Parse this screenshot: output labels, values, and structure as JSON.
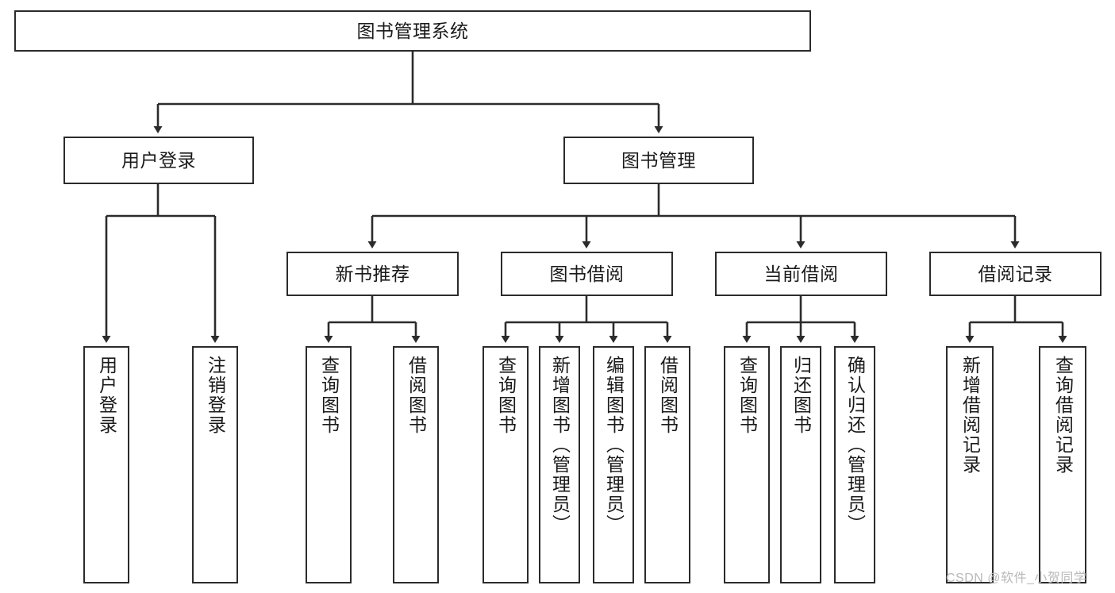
{
  "diagram": {
    "type": "hierarchy-tree",
    "title": "图书管理系统",
    "watermark": "CSDN @软件_小贺同学",
    "colors": {
      "box_border": "#2b2b2b",
      "box_fill": "#ffffff",
      "connector": "#2b2b2b",
      "text": "#1a1a1a",
      "watermark": "#b9b9b9"
    },
    "levels": {
      "level1": "系统",
      "level2": "模块",
      "level3": "子模块",
      "level4": "功能"
    }
  },
  "nodes": {
    "root": {
      "label": "图书管理系统"
    },
    "level2": [
      {
        "id": "user-login",
        "label": "用户登录"
      },
      {
        "id": "book-manage",
        "label": "图书管理"
      }
    ],
    "level3": [
      {
        "id": "new-book-recommend",
        "label": "新书推荐"
      },
      {
        "id": "book-borrow",
        "label": "图书借阅"
      },
      {
        "id": "current-borrow",
        "label": "当前借阅"
      },
      {
        "id": "borrow-record",
        "label": "借阅记录"
      }
    ],
    "leaves": {
      "user-login": [
        {
          "id": "leaf-user-login",
          "label": "用户登录"
        },
        {
          "id": "leaf-user-logout",
          "label": "注销登录"
        }
      ],
      "new-book-recommend": [
        {
          "id": "leaf-query-book-1",
          "label": "查询图书"
        },
        {
          "id": "leaf-borrow-book-1",
          "label": "借阅图书"
        }
      ],
      "book-borrow": [
        {
          "id": "leaf-query-book-2",
          "label": "查询图书"
        },
        {
          "id": "leaf-add-book",
          "label": "新增图书（管理员）"
        },
        {
          "id": "leaf-edit-book",
          "label": "编辑图书（管理员）"
        },
        {
          "id": "leaf-borrow-book-2",
          "label": "借阅图书"
        }
      ],
      "current-borrow": [
        {
          "id": "leaf-query-book-3",
          "label": "查询图书"
        },
        {
          "id": "leaf-return-book",
          "label": "归还图书"
        },
        {
          "id": "leaf-confirm-return",
          "label": "确认归还（管理员）"
        }
      ],
      "borrow-record": [
        {
          "id": "leaf-add-record",
          "label": "新增借阅记录"
        },
        {
          "id": "leaf-query-record",
          "label": "查询借阅记录"
        }
      ]
    }
  }
}
